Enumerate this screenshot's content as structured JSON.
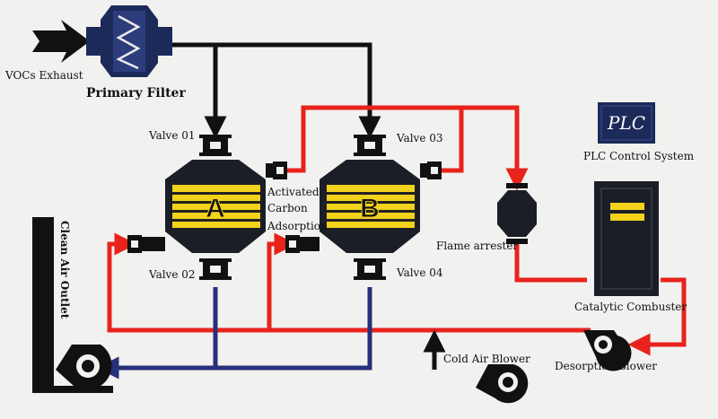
{
  "labels": {
    "vocs_exhaust": "VOCs Exhaust",
    "primary_filter": "Primary Filter",
    "valve_01": "Valve 01",
    "valve_02": "Valve 02",
    "valve_03": "Valve 03",
    "valve_04": "Valve 04",
    "adsorber_a": "A",
    "adsorber_b": "B",
    "activated_line1": "Activated",
    "activated_line2": "Carbon",
    "activated_line3": "Adsorption",
    "flame_arrester": "Flame arrester",
    "plc_badge": "PLC",
    "plc_system": "PLC Control System",
    "catalytic_combuster": "Catalytic Combuster",
    "clean_air_outlet": "Clean Air Outlet",
    "cold_air_blower": "Cold Air Blower",
    "desorption_blower": "Desorption Blower"
  },
  "colors": {
    "process_black": "#111111",
    "hot_red": "#e8231c",
    "clean_blue": "#26307a",
    "equipment_navy": "#1c2a5a",
    "carbon_yellow": "#f2d21b",
    "background": "#f1f1ef"
  }
}
